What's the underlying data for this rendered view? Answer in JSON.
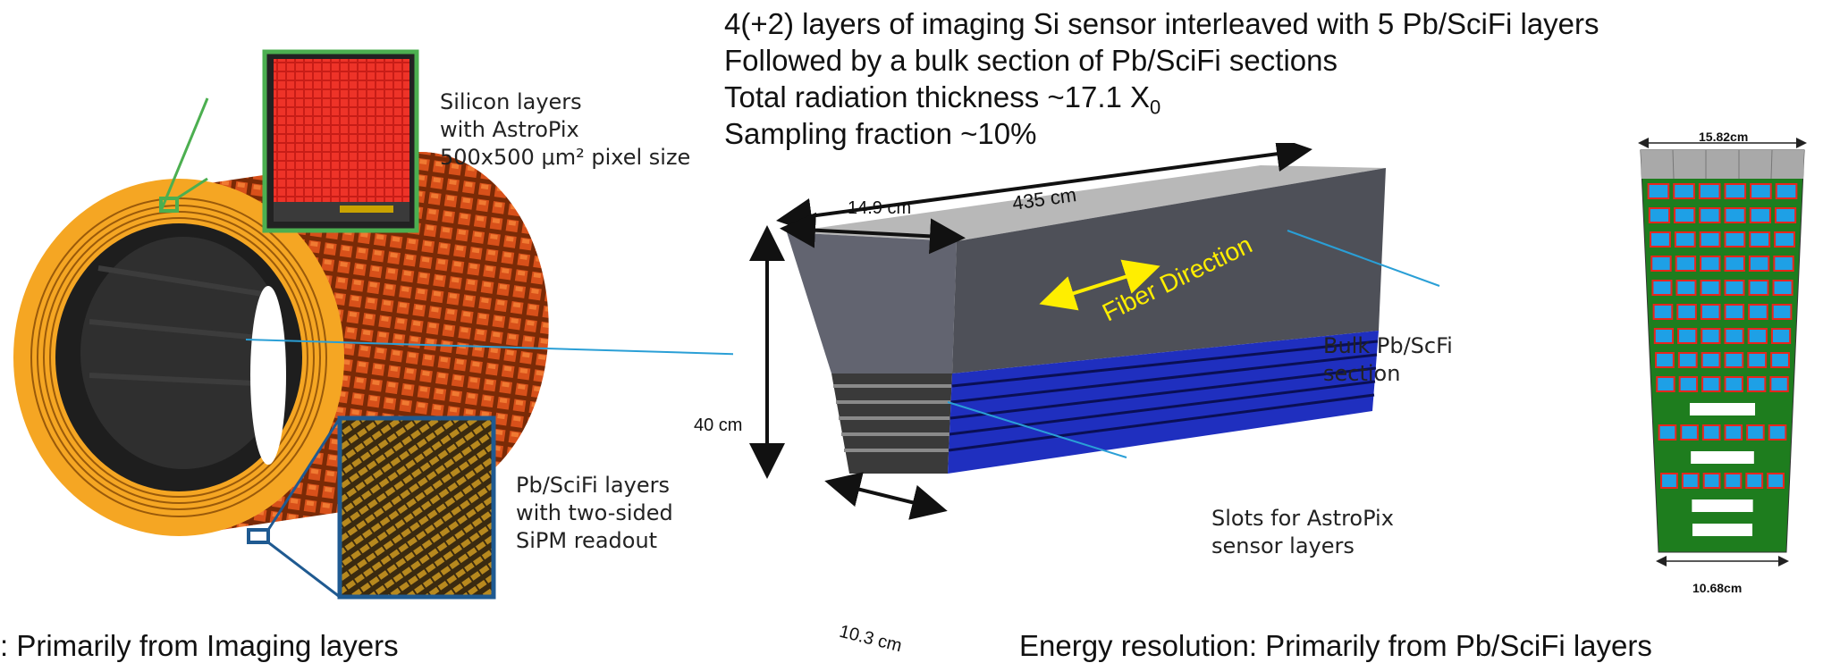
{
  "header_lines": [
    "4(+2) layers of imaging Si sensor interleaved with 5 Pb/SciFi layers",
    "Followed by a bulk section of Pb/SciFi sections",
    "Total radiation thickness ~17.1 X",
    "Sampling fraction ~10%"
  ],
  "header_subscript": "0",
  "callouts": {
    "silicon": [
      "Silicon layers",
      "with AstroPix",
      "500x500 μm² pixel size"
    ],
    "pbscifi": [
      "Pb/SciFi layers",
      "with two-sided",
      "SiPM readout"
    ],
    "bulk": [
      "Bulk Pb/ScFi",
      "section"
    ],
    "slots": [
      "Slots for AstroPix",
      "sensor layers"
    ]
  },
  "dimensions": {
    "length": "435 cm",
    "top_width": "14.9 cm",
    "height": "40 cm",
    "bottom_width": "10.3 cm",
    "fiber": "Fiber Direction",
    "section_top": "15.82cm",
    "section_bottom": "10.68cm"
  },
  "bottom_text": {
    "left": ": Primarily from Imaging layers",
    "right": "Energy resolution: Primarily from Pb/SciFi layers"
  },
  "colors": {
    "ring_orange": "#f5a623",
    "ring_dark": "#2b2b2b",
    "silicon_red": "#e8261e",
    "inset_green": "#4caf50",
    "inset_blue": "#1f5a91",
    "module_gray": "#5a5c66",
    "module_blue": "#1f2fbf",
    "fiber_yellow": "#ffee00",
    "leader_line": "#2a9fd6",
    "section_green": "#1e7d1e",
    "section_cyan": "#1ea0e6"
  }
}
